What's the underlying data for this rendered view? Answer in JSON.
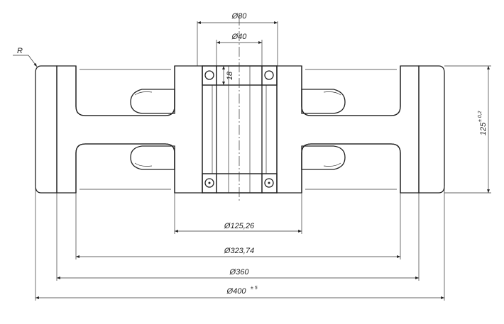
{
  "drawing": {
    "label_radius": "R",
    "dim_bore_outer": "Ø80",
    "dim_bore_inner": "Ø40",
    "dim_bearing_width": "18",
    "dim_height": "125",
    "dim_height_tol": "± 0,2",
    "dim_hub": "Ø125,26",
    "dim_rim_inner": "Ø323,74",
    "dim_core": "Ø360",
    "dim_outer": "Ø400",
    "dim_outer_tol": "± 5",
    "colors": {
      "line": "#222222",
      "background": "#ffffff"
    }
  }
}
